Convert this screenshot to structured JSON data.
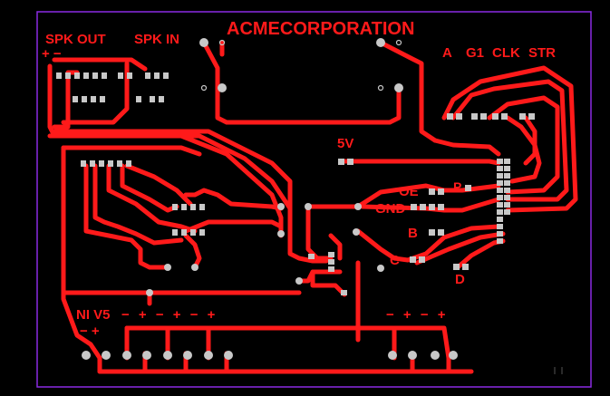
{
  "board": {
    "title": "ACMECORPORATION",
    "colors": {
      "background": "#000000",
      "outline": "#8a2be2",
      "copper": "#ff1a1a",
      "pad": "#c8c8c8"
    }
  },
  "labels": {
    "spk_out": "SPK OUT",
    "spk_out_polarity": "+ −",
    "spk_in": "SPK IN",
    "a": "A",
    "g1": "G1",
    "clk": "CLK",
    "str": "STR",
    "v5_top": "5V",
    "oe": "OE",
    "p": "P",
    "gnd": "GND",
    "b": "B",
    "c": "C",
    "d": "D",
    "ni_v5": "NI V5",
    "power_pol_left": "− +",
    "pairs_left": "− + − + − +",
    "pairs_right": "− + − +"
  }
}
